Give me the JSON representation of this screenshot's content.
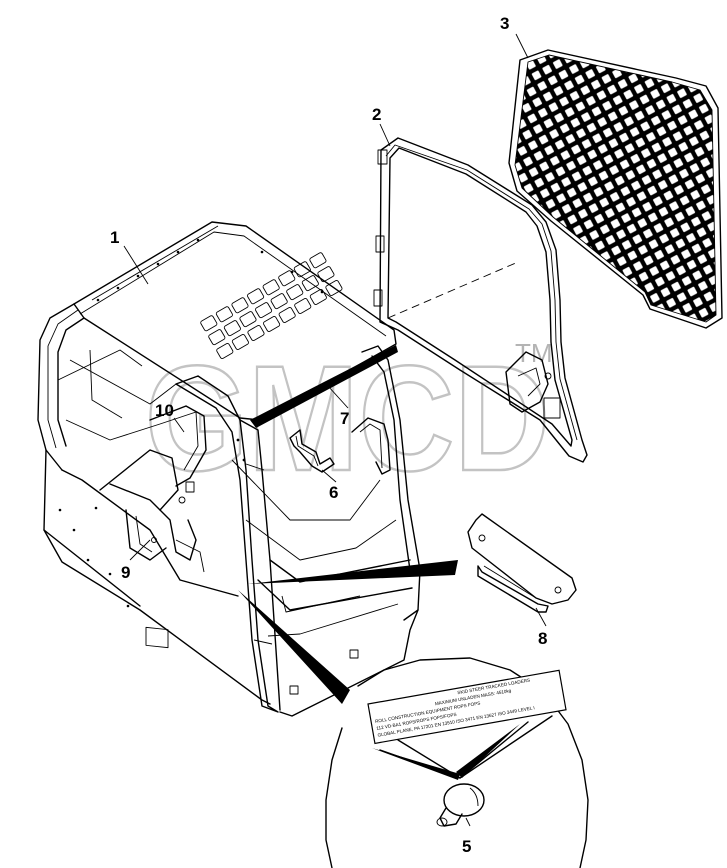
{
  "callouts": [
    {
      "id": "1",
      "label": "1"
    },
    {
      "id": "2",
      "label": "2"
    },
    {
      "id": "3",
      "label": "3"
    },
    {
      "id": "5",
      "label": "5"
    },
    {
      "id": "6",
      "label": "6"
    },
    {
      "id": "7",
      "label": "7"
    },
    {
      "id": "8",
      "label": "8"
    },
    {
      "id": "9",
      "label": "9"
    },
    {
      "id": "10",
      "label": "10"
    }
  ],
  "watermark": {
    "text": "GMCD",
    "trademark": "TM"
  },
  "decal": {
    "lines": [
      "SKID STEER TRACKED LOADERS",
      "MAXIMUM UNLADEN MASS: 4510kg",
      "ROLL CONSTRUCTION EQUIPMENT   ROPS        FOPS",
      "112   VD-BA1           ROPS/ROPS   FOPS/FOPS",
      "GLOBAL PLANE, PA 17201    EN 13510 ISO 3471    EN 13627 ISO 3449 LEVEL I"
    ]
  }
}
